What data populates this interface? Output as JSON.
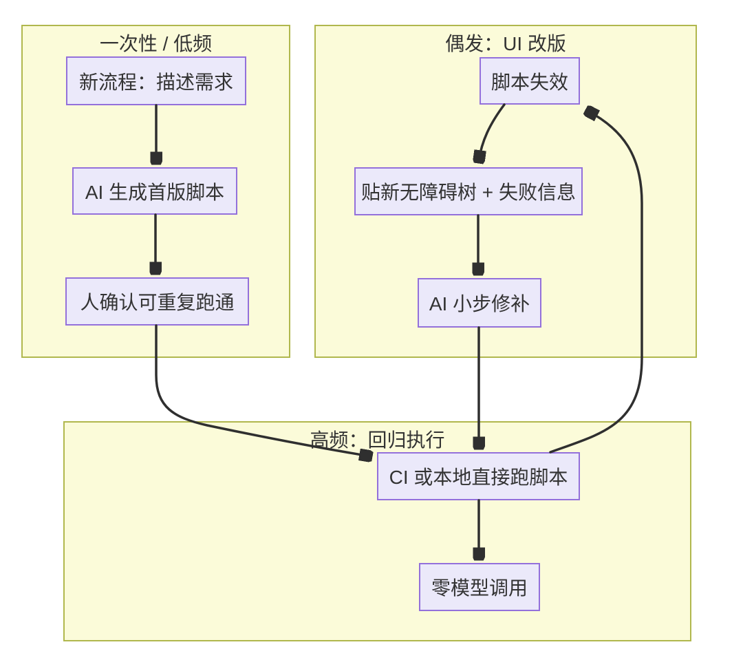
{
  "diagram": {
    "type": "flowchart",
    "colors": {
      "background": "#ffffff",
      "container_fill": "#fbfbd9",
      "container_border": "#b0b74d",
      "node_fill": "#ebe9fa",
      "node_border": "#9370DB",
      "arrow": "#2f2f2f",
      "text": "#333333"
    },
    "groups": [
      {
        "id": "one-time",
        "title": "一次性 / 低频"
      },
      {
        "id": "occasional",
        "title": "偶发：UI 改版"
      },
      {
        "id": "high-freq",
        "title": "高频：回归执行"
      }
    ],
    "nodes": [
      {
        "id": "new-flow",
        "group": "one-time",
        "label": "新流程：描述需求"
      },
      {
        "id": "ai-first-script",
        "group": "one-time",
        "label": "AI 生成首版脚本"
      },
      {
        "id": "human-confirm",
        "group": "one-time",
        "label": "人确认可重复跑通"
      },
      {
        "id": "script-fail",
        "group": "occasional",
        "label": "脚本失效"
      },
      {
        "id": "paste-tree",
        "group": "occasional",
        "label": "贴新无障碍树 + 失败信息"
      },
      {
        "id": "ai-patch",
        "group": "occasional",
        "label": "AI 小步修补"
      },
      {
        "id": "ci-run",
        "group": "high-freq",
        "label": "CI 或本地直接跑脚本"
      },
      {
        "id": "zero-model",
        "group": "high-freq",
        "label": "零模型调用"
      }
    ],
    "edges": [
      {
        "from": "new-flow",
        "to": "ai-first-script"
      },
      {
        "from": "ai-first-script",
        "to": "human-confirm"
      },
      {
        "from": "human-confirm",
        "to": "ci-run"
      },
      {
        "from": "script-fail",
        "to": "paste-tree"
      },
      {
        "from": "paste-tree",
        "to": "ai-patch"
      },
      {
        "from": "ai-patch",
        "to": "ci-run"
      },
      {
        "from": "ci-run",
        "to": "script-fail"
      },
      {
        "from": "ci-run",
        "to": "zero-model"
      }
    ]
  }
}
